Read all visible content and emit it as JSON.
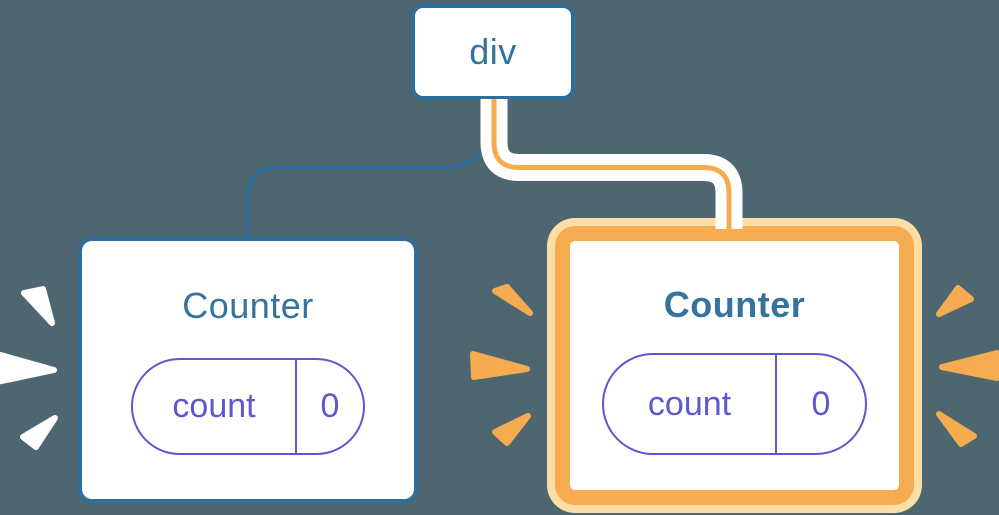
{
  "colors": {
    "background": "#4d6670",
    "node_blue": "#2e6f9e",
    "text_blue": "#33739e",
    "state_purple": "#5e57cf",
    "highlight_orange": "#f5ab50",
    "highlight_orange_light": "#fbdda6",
    "burst_white": "#ffffff"
  },
  "tree": {
    "root": {
      "label": "div"
    },
    "children": [
      {
        "label": "Counter",
        "state_key": "count",
        "state_value": "0",
        "highlighted": false
      },
      {
        "label": "Counter",
        "state_key": "count",
        "state_value": "0",
        "highlighted": true
      }
    ]
  }
}
